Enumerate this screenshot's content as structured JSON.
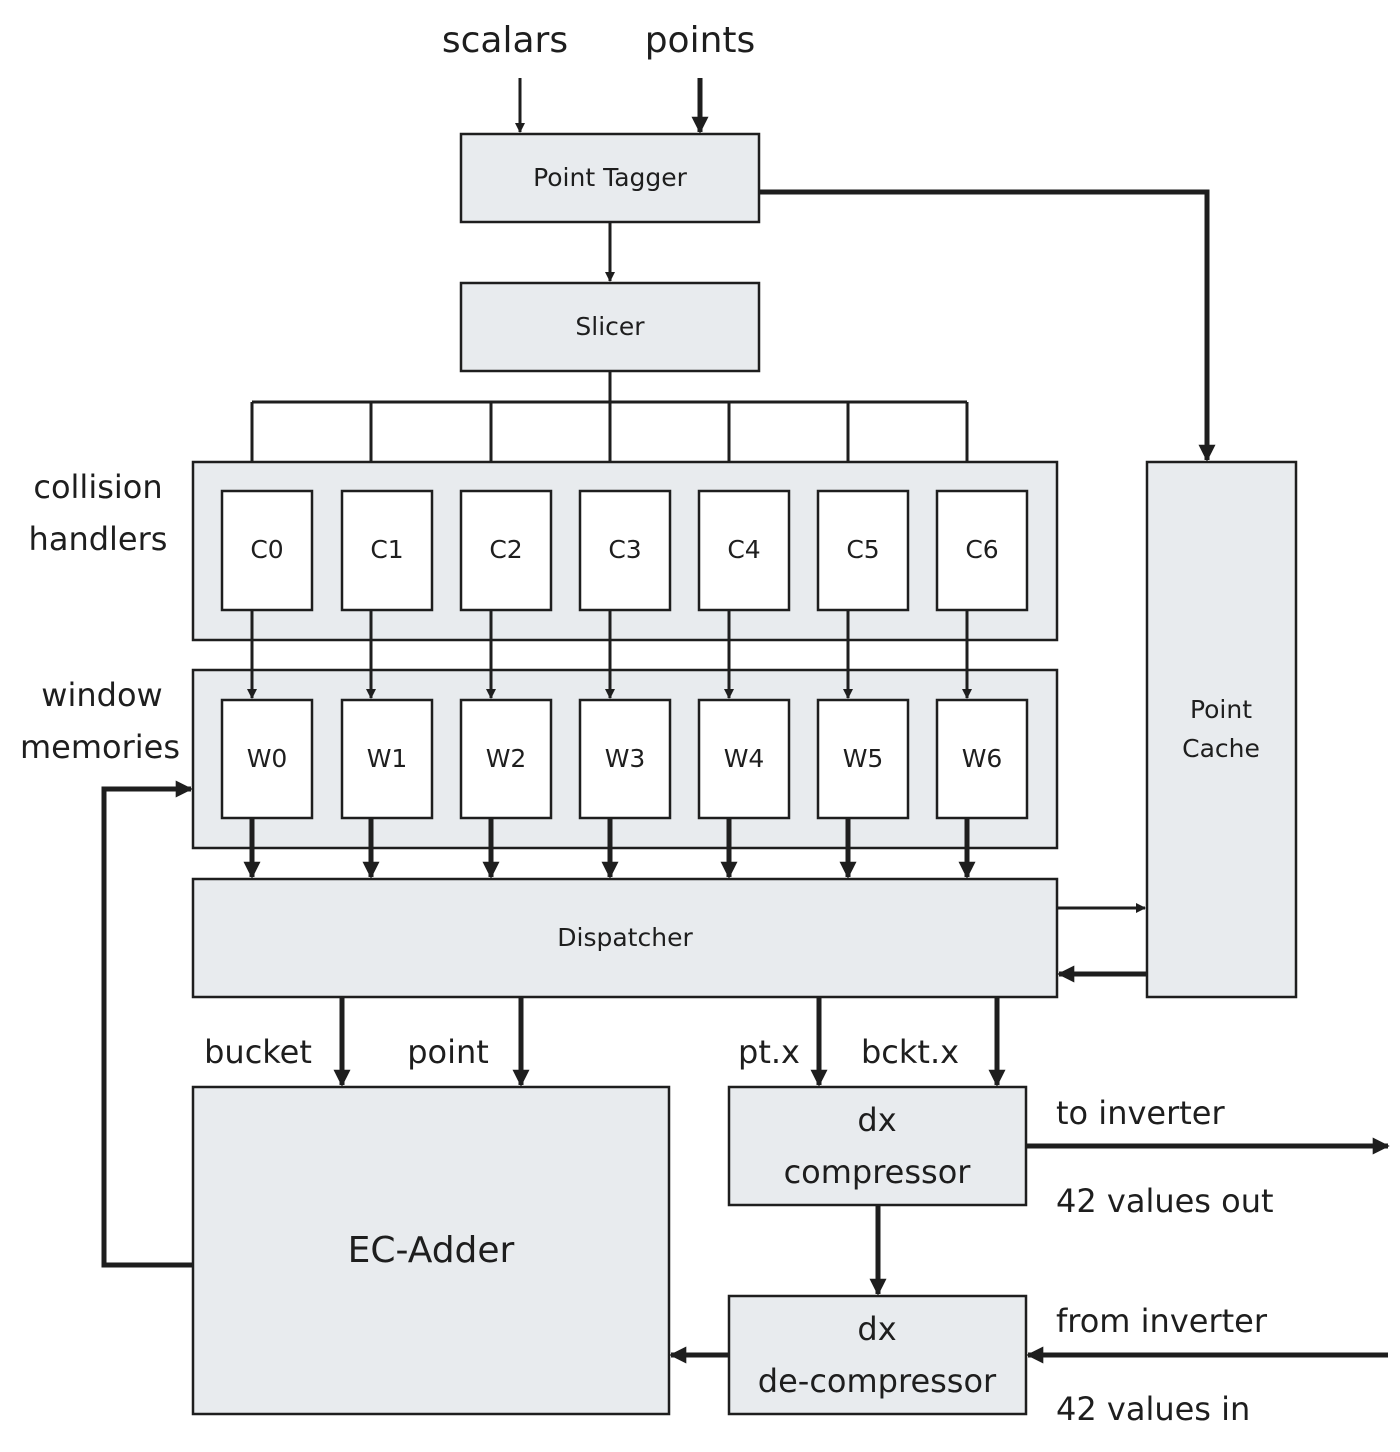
{
  "inputs": {
    "scalars": "scalars",
    "points": "points"
  },
  "blocks": {
    "point_tagger": "Point Tagger",
    "slicer": "Slicer",
    "point_cache_line1": "Point",
    "point_cache_line2": "Cache",
    "dispatcher": "Dispatcher",
    "ec_adder": "EC-Adder",
    "dx_compressor_line1": "dx",
    "dx_compressor_line2": "compressor",
    "dx_decompressor_line1": "dx",
    "dx_decompressor_line2": "de-compressor"
  },
  "groups": {
    "collision_handlers_line1": "collision",
    "collision_handlers_line2": "handlers",
    "window_memories_line1": "window",
    "window_memories_line2": "memories"
  },
  "collision_handlers": [
    "C0",
    "C1",
    "C2",
    "C3",
    "C4",
    "C5",
    "C6"
  ],
  "window_memories": [
    "W0",
    "W1",
    "W2",
    "W3",
    "W4",
    "W5",
    "W6"
  ],
  "signals": {
    "bucket": "bucket",
    "point": "point",
    "pt_x": "pt.x",
    "bckt_x": "bckt.x",
    "to_inverter": "to inverter",
    "values_out": "42 values out",
    "from_inverter": "from inverter",
    "values_in": "42 values in"
  },
  "colors": {
    "block_fill": "#e8ebee",
    "stroke": "#1e1e1e"
  }
}
